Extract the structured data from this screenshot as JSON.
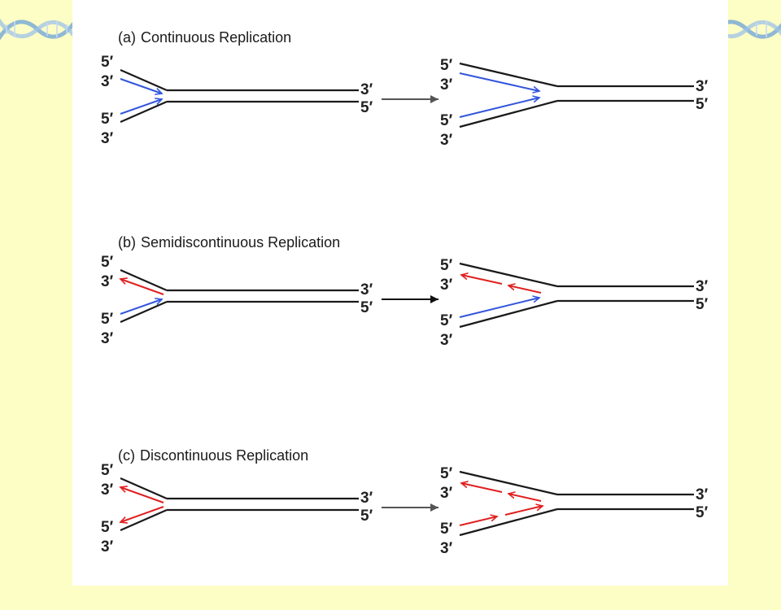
{
  "sections": [
    {
      "tag": "(a)",
      "title": "Continuous Replication",
      "left_strand_color": "#3355dd",
      "right_strand_color": "#3355dd",
      "labels": {
        "top": "5′",
        "top2": "3′",
        "bot": "5′",
        "bot2": "3′",
        "end_top": "3′",
        "end_bot": "5′"
      }
    },
    {
      "tag": "(b)",
      "title": "Semidiscontinuous Replication",
      "left_strand_color": "#e02020",
      "right_strand_color": "#3355dd",
      "labels": {
        "top": "5′",
        "top2": "3′",
        "bot": "5′",
        "bot2": "3′",
        "end_top": "3′",
        "end_bot": "5′"
      }
    },
    {
      "tag": "(c)",
      "title": "Discontinuous Replication",
      "left_strand_color": "#e02020",
      "right_strand_color": "#e02020",
      "labels": {
        "top": "5′",
        "top2": "3′",
        "bot": "5′",
        "bot2": "3′",
        "end_top": "3′",
        "end_bot": "5′"
      }
    }
  ],
  "colors": {
    "background": "#fdfdc6",
    "panel": "#ffffff",
    "strand": "#1a1a1a",
    "leading": "#3355dd",
    "lagging": "#e02020"
  }
}
